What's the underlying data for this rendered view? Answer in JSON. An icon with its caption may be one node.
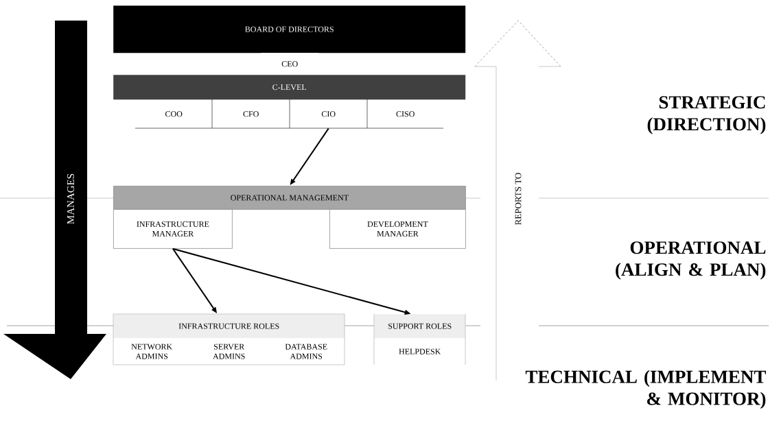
{
  "diagram": {
    "nodes": [
      {
        "text": [
          "BOARD OF DIRECTORS"
        ]
      },
      {
        "text": [
          "CEO"
        ]
      },
      {
        "text": [
          "C-LEVEL"
        ]
      },
      {
        "text": [
          "COO"
        ]
      },
      {
        "text": [
          "CFO"
        ]
      },
      {
        "text": [
          "CIO"
        ]
      },
      {
        "text": [
          "CISO"
        ]
      },
      {
        "text": [
          "OPERATIONAL MANAGEMENT"
        ]
      },
      {
        "text": [
          "INFRASTRUCTURE MANAGER"
        ]
      },
      {
        "text": [
          "DEVELOPMENT MANAGER"
        ]
      },
      {
        "text": [
          "INFRASTRUCTURE ROLES"
        ]
      },
      {
        "text": [
          "NETWORK ADMINS"
        ]
      },
      {
        "text": [
          "SERVER ADMINS"
        ]
      },
      {
        "text": [
          "DATABASE ADMINS"
        ]
      },
      {
        "text": [
          "SUPPORT ROLES"
        ]
      },
      {
        "text": [
          "HELPDESK"
        ]
      }
    ],
    "edges": [
      {
        "from": 5,
        "to": 7,
        "arrow": "to"
      },
      {
        "from": 8,
        "to": 10,
        "arrow": "to"
      },
      {
        "from": 8,
        "to": 14,
        "arrow": "to"
      }
    ],
    "labels": [
      "MANAGES",
      "REPORTS TO",
      "STRATEGIC (DIRECTION)",
      "OPERATIONAL (ALIGN & PLAN)",
      "TECHNICAL (IMPLEMENT & MONITOR)"
    ]
  }
}
